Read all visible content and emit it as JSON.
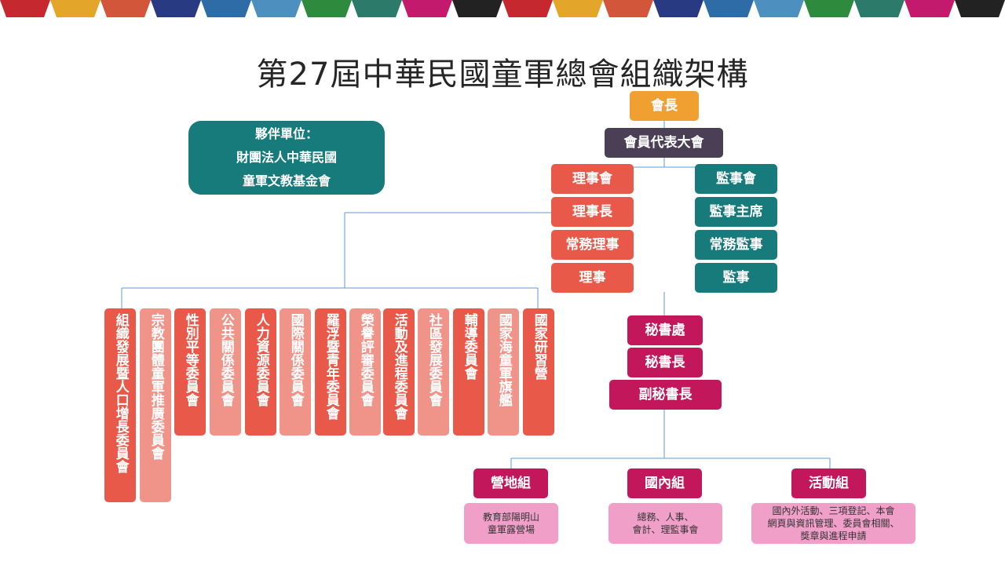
{
  "title": "第27屆中華民國童軍總會組織架構",
  "colors": {
    "banner": [
      "#c62830",
      "#e4a62a",
      "#d2573a",
      "#283a82",
      "#2e6ca8",
      "#4d90bf",
      "#2e8b3e",
      "#2b7a6a",
      "#c41a6e",
      "#222222"
    ],
    "orange": "#f0a030",
    "dark": "#4a3f55",
    "red": "#e8594a",
    "pink": "#f0948a",
    "teal": "#177b7b",
    "magenta": "#c2185b",
    "light_pink": "#f0a0c8"
  },
  "partner": {
    "line1": "夥伴單位：",
    "line2": "財團法人中華民國",
    "line3": "童軍文教基金會"
  },
  "nodes": {
    "president": "會長",
    "assembly": "會員代表大會",
    "board": "理事會",
    "board_chair": "理事長",
    "standing_directors": "常務理事",
    "directors": "理事",
    "supervisory": "監事會",
    "supervisor_chair": "監事主席",
    "standing_supervisors": "常務監事",
    "supervisors": "監事",
    "secretariat": "秘書處",
    "secretary_general": "秘書長",
    "deputy_secretary": "副秘書長"
  },
  "committees": [
    "組織發展暨人口增長委員會",
    "宗教團體童軍推廣委員會",
    "性別平等委員會",
    "公共關係委員會",
    "人力資源委員會",
    "國際關係委員會",
    "羅浮暨青年委員會",
    "榮譽評審委員會",
    "活動及進程委員會",
    "社區發展委員會",
    "輔導委員會",
    "國家海童軍旗艦",
    "國家研習營"
  ],
  "groups": [
    {
      "name": "營地組",
      "details": [
        "教育部陽明山",
        "童軍露營場"
      ]
    },
    {
      "name": "國內組",
      "details": [
        "總務、人事、",
        "會計、理監事會"
      ]
    },
    {
      "name": "活動組",
      "details": [
        "國內外活動、三項登記、本會",
        "網頁與資訊管理、委員會相關、",
        "獎章與進程申請"
      ]
    }
  ]
}
